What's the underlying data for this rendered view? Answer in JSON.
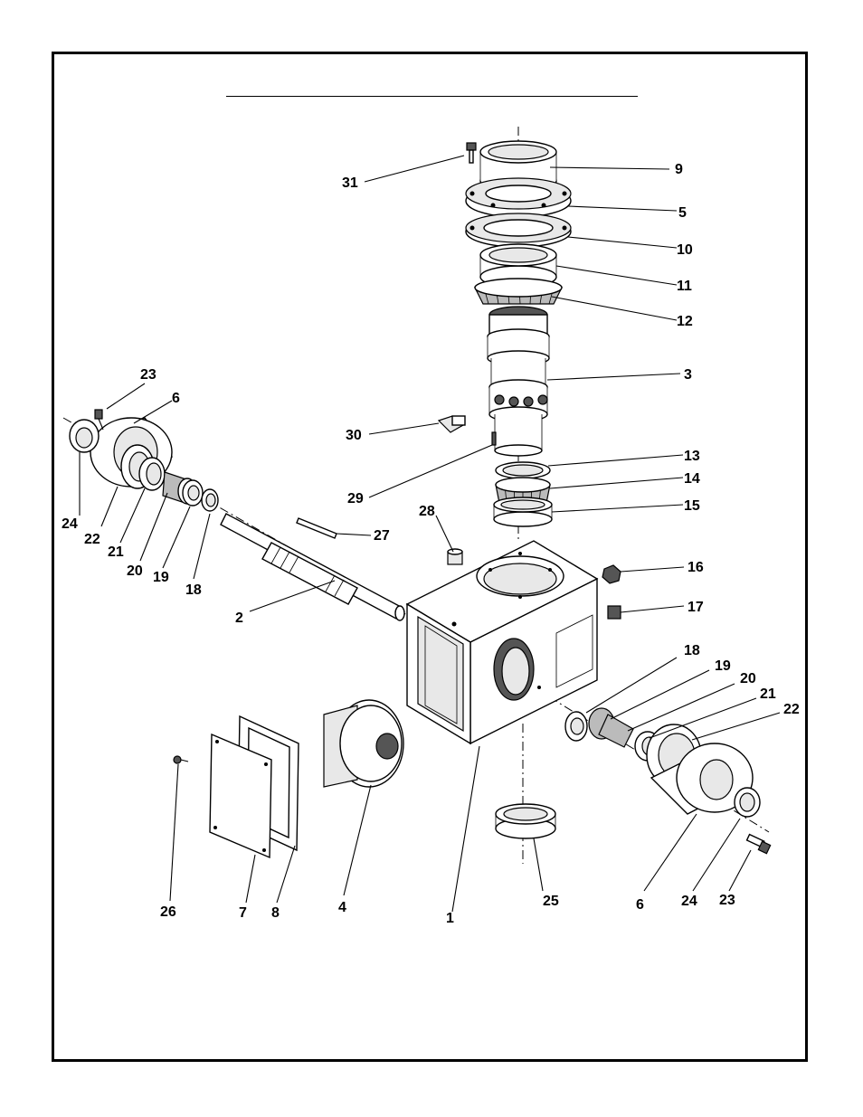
{
  "diagram": {
    "callouts": {
      "c1": "1",
      "c2": "2",
      "c3": "3",
      "c4": "4",
      "c5": "5",
      "c6a": "6",
      "c6b": "6",
      "c7": "7",
      "c8": "8",
      "c9": "9",
      "c10": "10",
      "c11": "11",
      "c12": "12",
      "c13": "13",
      "c14": "14",
      "c15": "15",
      "c16": "16",
      "c17": "17",
      "c18a": "18",
      "c18b": "18",
      "c19a": "19",
      "c19b": "19",
      "c20a": "20",
      "c20b": "20",
      "c21a": "21",
      "c21b": "21",
      "c22a": "22",
      "c22b": "22",
      "c23a": "23",
      "c23b": "23",
      "c24a": "24",
      "c24b": "24",
      "c25": "25",
      "c26": "26",
      "c27": "27",
      "c28": "28",
      "c29": "29",
      "c30": "30",
      "c31": "31"
    }
  }
}
